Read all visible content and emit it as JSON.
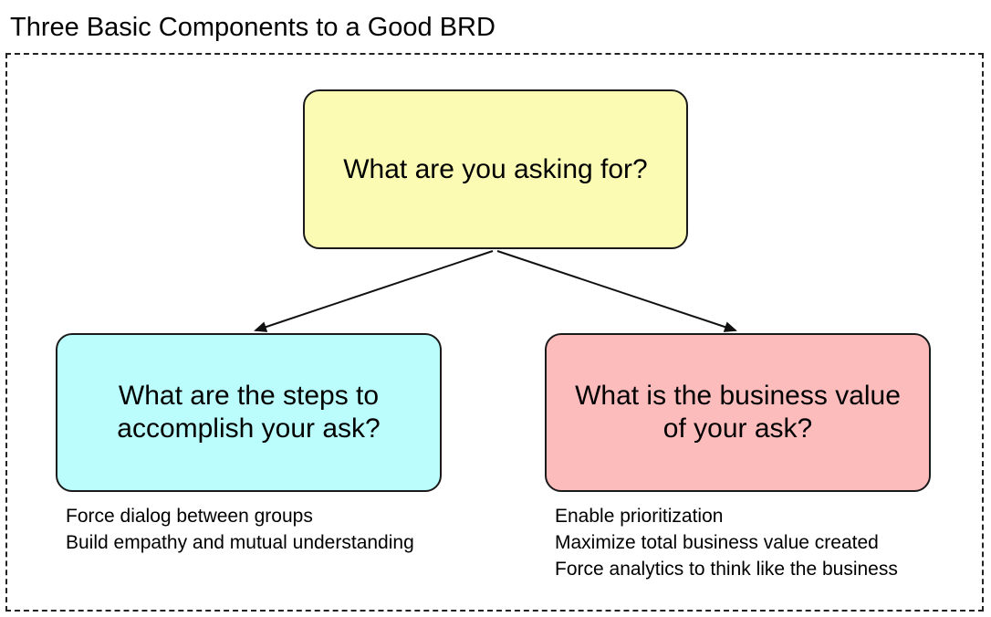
{
  "title": "Three Basic Components to a Good BRD",
  "colors": {
    "top_box": "#fbfbb4",
    "left_box": "#bbfdfd",
    "right_box": "#fcbcbc",
    "border": "#1a1a1a",
    "arrow": "#111111"
  },
  "nodes": {
    "top": {
      "label": "What are you asking for?"
    },
    "left": {
      "label_line1": "What are the steps to",
      "label_line2": "accomplish your ask?",
      "bullets": [
        "Force dialog between groups",
        "Build empathy and mutual understanding"
      ]
    },
    "right": {
      "label_line1": "What is the business value",
      "label_line2": "of your ask?",
      "bullets": [
        "Enable prioritization",
        "Maximize total business value created",
        "Force analytics to think like the business"
      ]
    }
  }
}
